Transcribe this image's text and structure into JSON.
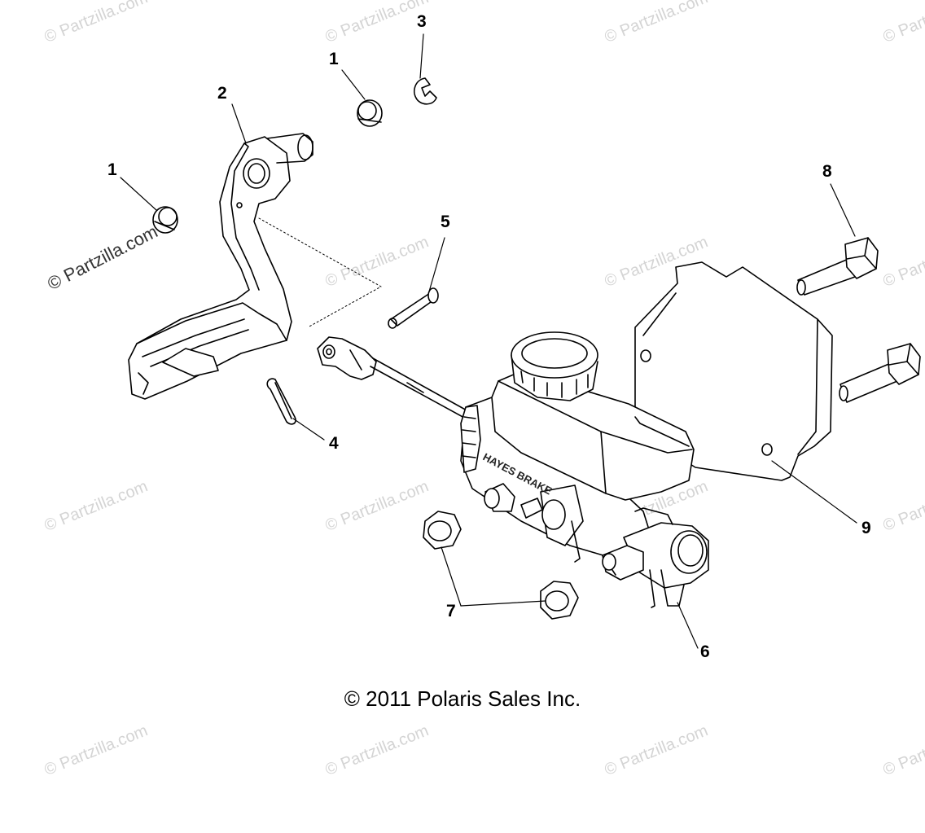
{
  "diagram": {
    "callouts": {
      "c1a": "1",
      "c1b": "1",
      "c2": "2",
      "c3": "3",
      "c4": "4",
      "c5": "5",
      "c6": "6",
      "c7": "7",
      "c8": "8",
      "c9": "9"
    },
    "copyright": "© 2011 Polaris Sales Inc.",
    "stamp_text": "HAYES BRAKE"
  },
  "watermark": {
    "text": "© Partzilla.com"
  }
}
